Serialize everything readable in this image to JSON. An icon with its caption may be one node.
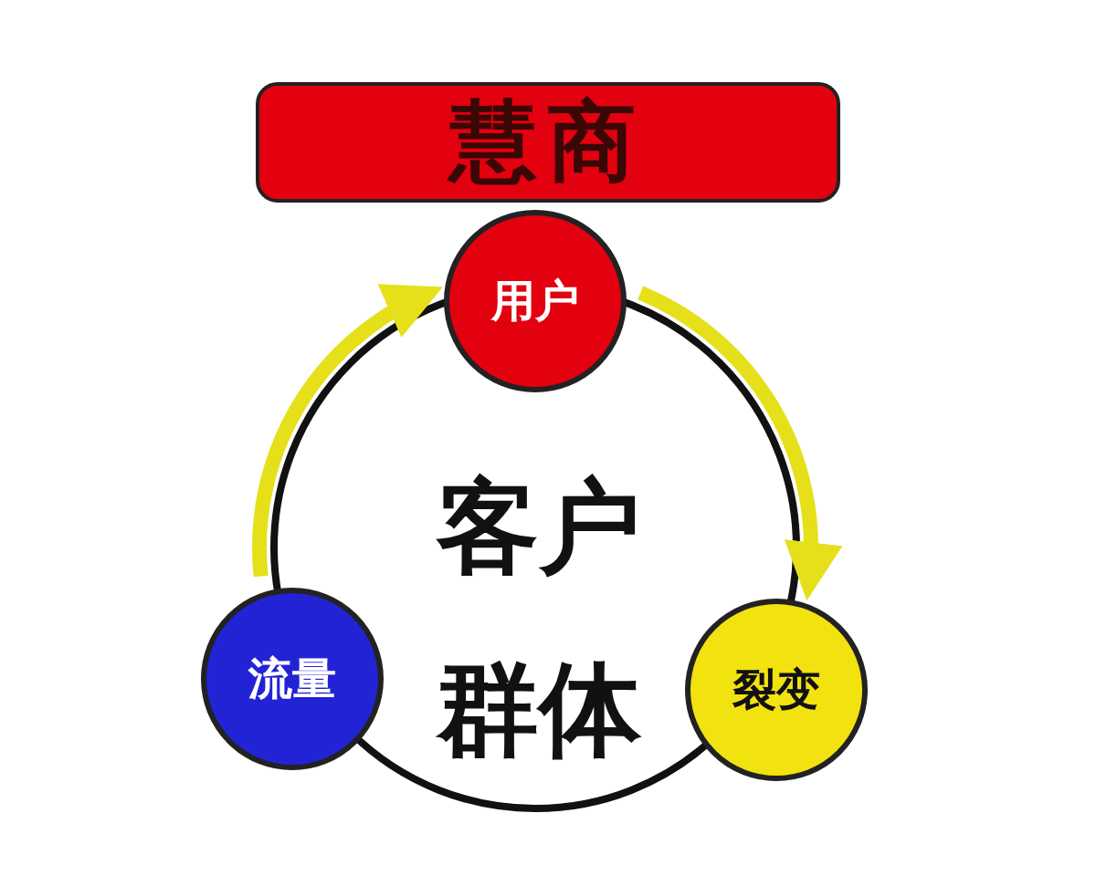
{
  "diagram": {
    "title": "慧商",
    "nodes": [
      {
        "text": [
          "用户"
        ]
      },
      {
        "text": [
          "裂变"
        ]
      },
      {
        "text": [
          "流量"
        ]
      }
    ],
    "edges": [
      {
        "from": 2,
        "to": 0,
        "arrow": "to",
        "color": "#e6e01a"
      },
      {
        "from": 0,
        "to": 1,
        "arrow": "to",
        "color": "#e6e01a"
      }
    ],
    "labels": [
      "客户群体"
    ]
  }
}
